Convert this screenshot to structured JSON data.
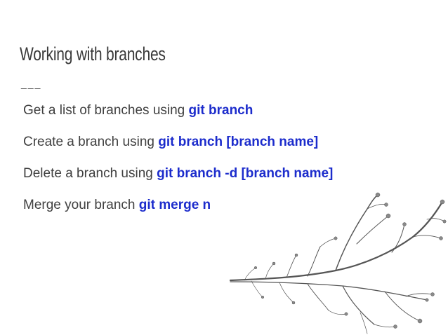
{
  "slide": {
    "title": "Working with branches",
    "divider": "___",
    "bullets": [
      {
        "text": "Get a list of branches using ",
        "command": "git branch"
      },
      {
        "text": "Create a branch using ",
        "command": "git branch [branch name]"
      },
      {
        "text": "Delete a branch using ",
        "command": "git branch -d [branch name]"
      },
      {
        "text": "Merge your branch ",
        "command": "git merge n"
      }
    ]
  },
  "colors": {
    "title": "#3a3a3a",
    "body_text": "#3f3f3f",
    "command": "#1c2ccc",
    "background": "#ffffff"
  },
  "icons": {
    "illustration": "tree-branch-sketch"
  }
}
